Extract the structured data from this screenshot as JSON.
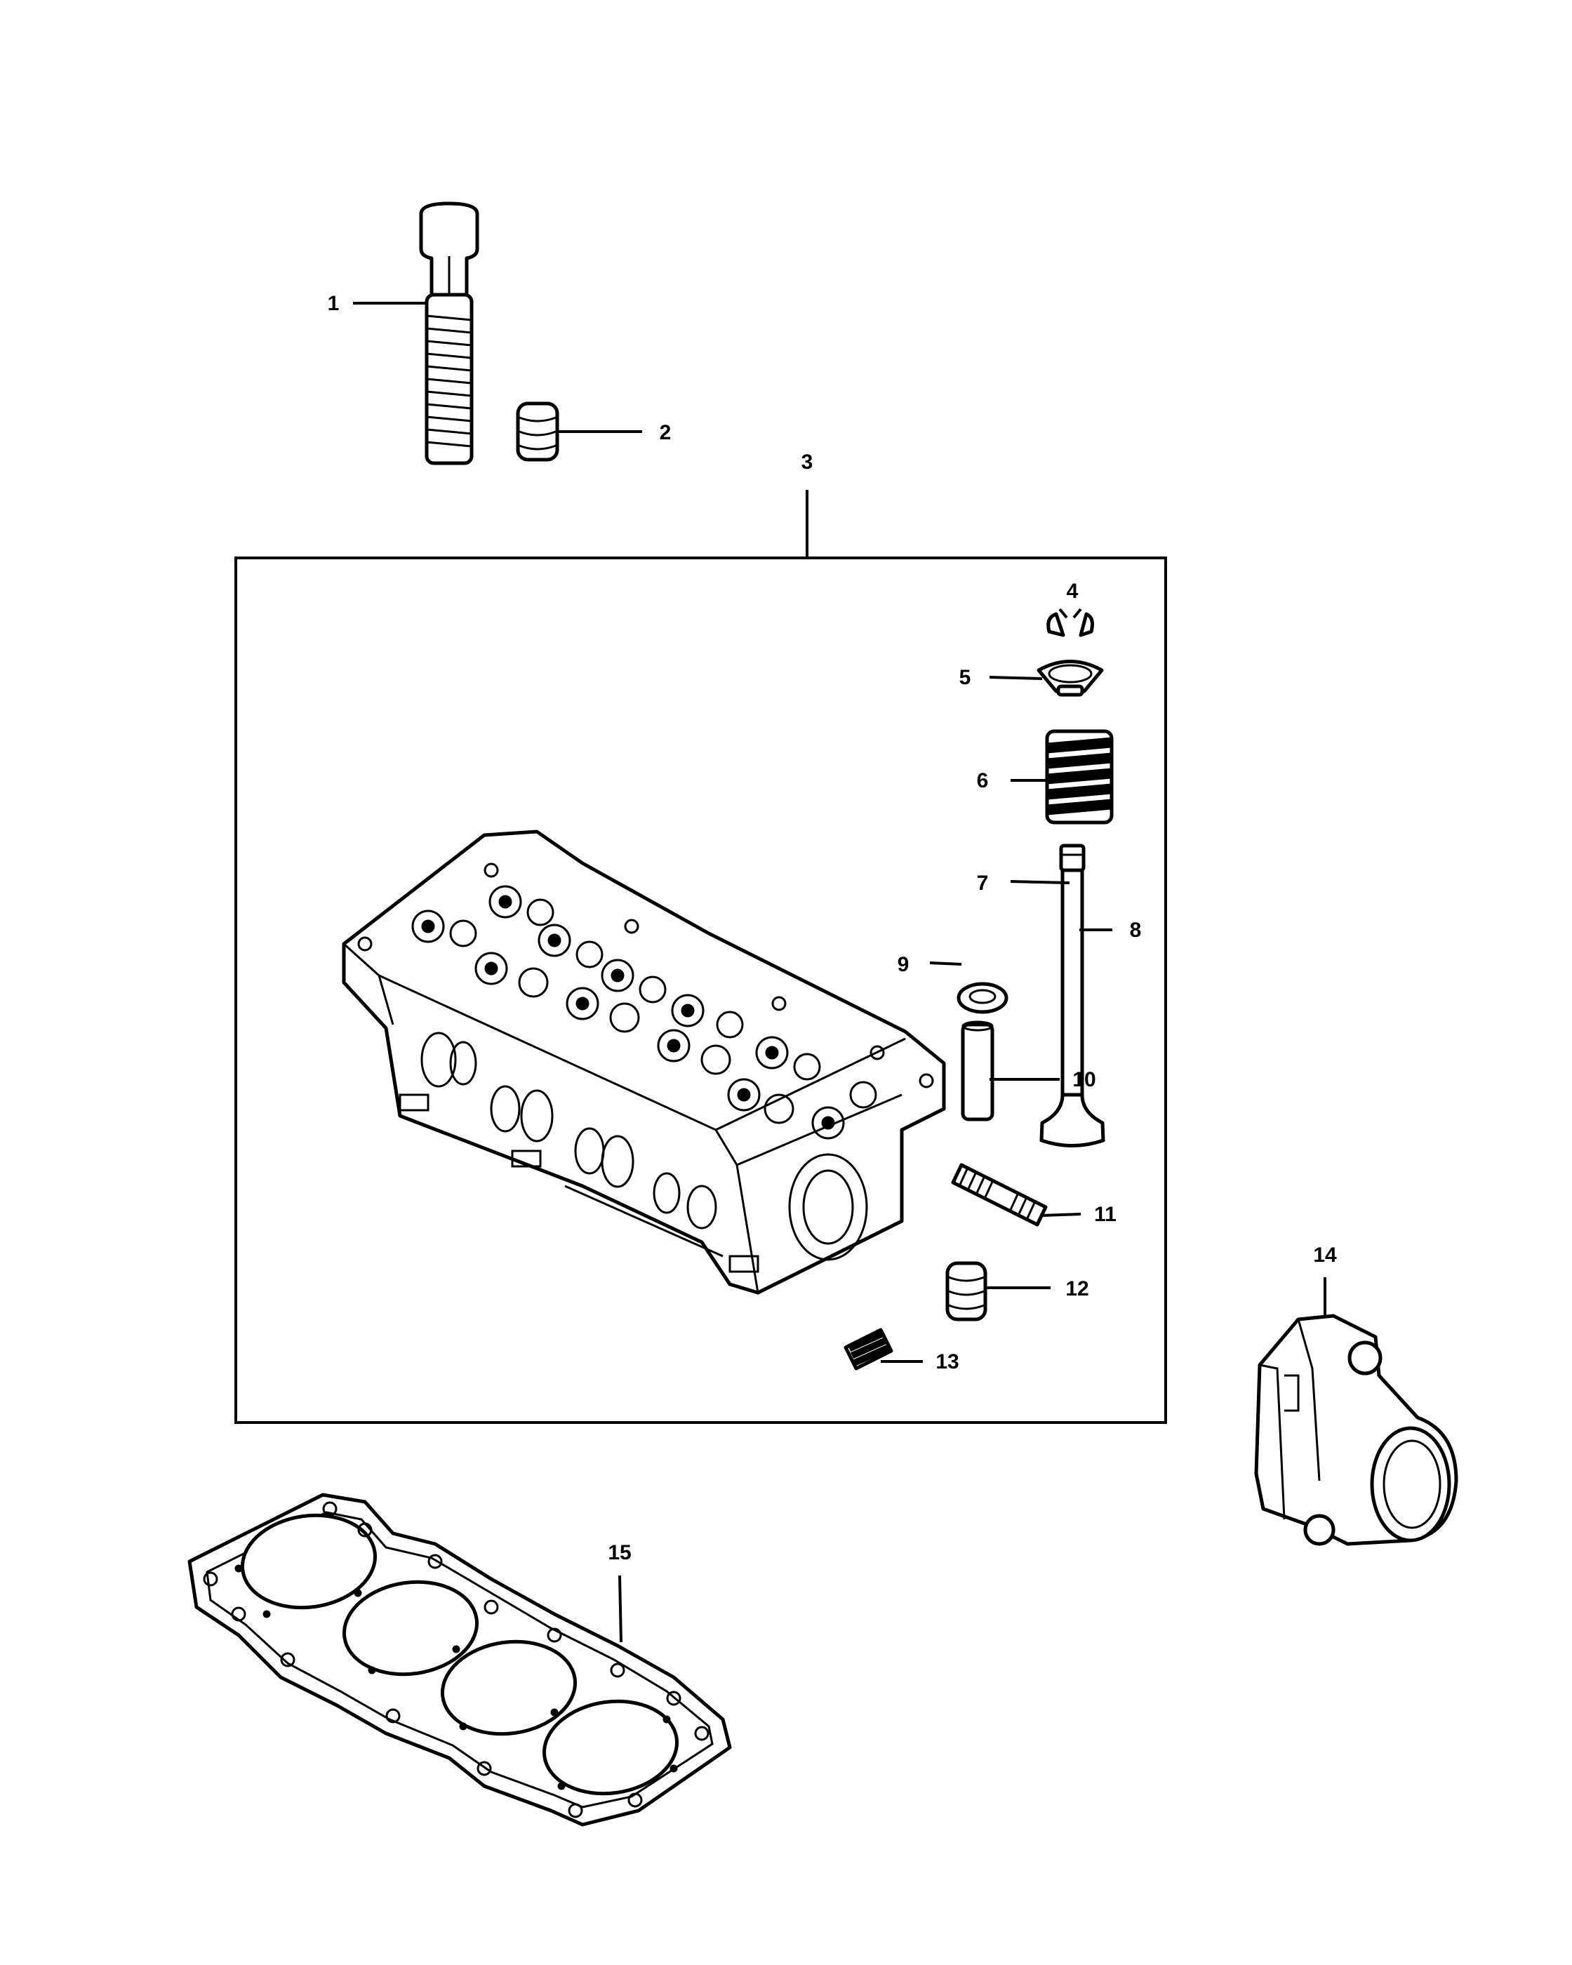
{
  "callouts": {
    "c1": "1",
    "c2": "2",
    "c3": "3",
    "c4": "4",
    "c5": "5",
    "c6": "6",
    "c7": "7",
    "c8": "8",
    "c9": "9",
    "c10": "10",
    "c11": "11",
    "c12": "12",
    "c13": "13",
    "c14": "14",
    "c15": "15"
  },
  "parts": [
    {
      "label": "1",
      "icon": "cylinder-head-bolt-icon"
    },
    {
      "label": "2",
      "icon": "dowel-sleeve-icon"
    },
    {
      "label": "3",
      "icon": "cylinder-head-assembly-icon"
    },
    {
      "label": "4",
      "icon": "valve-keeper-icon"
    },
    {
      "label": "5",
      "icon": "spring-retainer-icon"
    },
    {
      "label": "6",
      "icon": "valve-spring-icon"
    },
    {
      "label": "7",
      "icon": "valve-icon"
    },
    {
      "label": "8",
      "icon": "valve-icon"
    },
    {
      "label": "9",
      "icon": "valve-stem-seal-icon"
    },
    {
      "label": "10",
      "icon": "valve-guide-icon"
    },
    {
      "label": "11",
      "icon": "stud-icon"
    },
    {
      "label": "12",
      "icon": "dowel-sleeve-icon"
    },
    {
      "label": "13",
      "icon": "threaded-insert-icon"
    },
    {
      "label": "14",
      "icon": "coolant-outlet-housing-icon"
    },
    {
      "label": "15",
      "icon": "head-gasket-icon"
    }
  ],
  "colors": {
    "line": "#000000",
    "background": "#ffffff"
  }
}
